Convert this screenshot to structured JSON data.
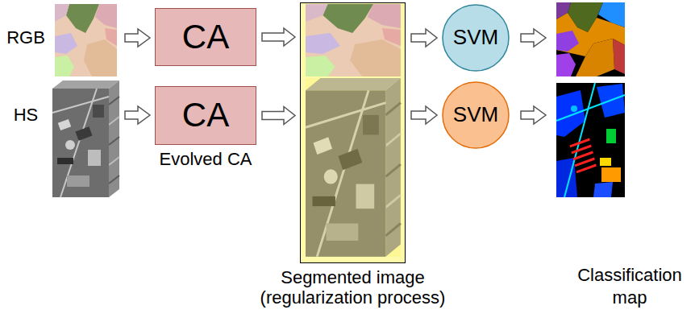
{
  "diagram": {
    "nodes": [
      {
        "text": [
          "CA"
        ]
      },
      {
        "text": [
          "CA",
          "Evolved CA"
        ]
      },
      {
        "text": [
          "Segmented image (regularization process)"
        ]
      },
      {
        "text": [
          "SVM"
        ]
      },
      {
        "text": [
          "SVM"
        ]
      }
    ],
    "edges": [
      {
        "from": 0,
        "to": 2,
        "arrow": "to"
      },
      {
        "from": 1,
        "to": 2,
        "arrow": "to"
      },
      {
        "from": 2,
        "to": 3,
        "arrow": "to"
      },
      {
        "from": 2,
        "to": 4,
        "arrow": "to"
      }
    ],
    "labels": [
      "RGB",
      "HS",
      "Classification map"
    ]
  }
}
